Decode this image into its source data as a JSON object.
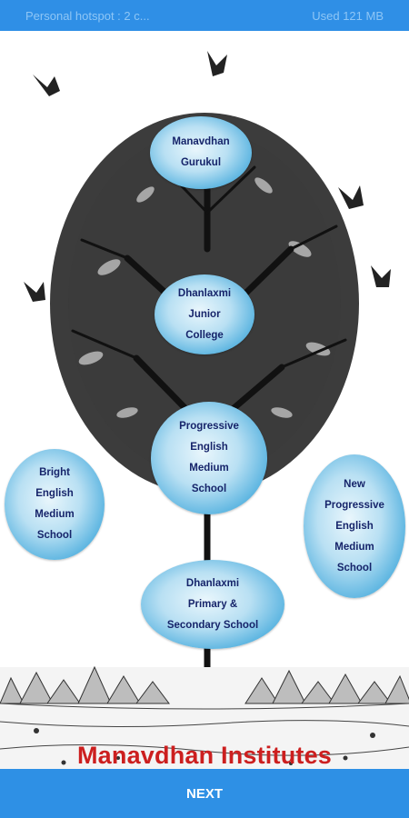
{
  "status_bar": {
    "hotspot_text": "Personal hotspot : 2 c...",
    "data_usage": "Used  121 MB"
  },
  "tree": {
    "nodes": [
      {
        "label": "Manavdhan\nGurukul"
      },
      {
        "label": "Dhanlaxmi\nJunior\nCollege"
      },
      {
        "label": "Progressive\nEnglish\nMedium\nSchool"
      },
      {
        "label": "Bright\nEnglish\nMedium\nSchool"
      },
      {
        "label": "New\nProgressive\nEnglish\nMedium\nSchool"
      },
      {
        "label": "Dhanlaxmi\nPrimary &\nSecondary School"
      }
    ]
  },
  "footer": {
    "title": "Manavdhan Institutes",
    "title_color": "#cc1f1f"
  },
  "next_button": {
    "label": "NEXT",
    "color": "#2e90e5"
  }
}
